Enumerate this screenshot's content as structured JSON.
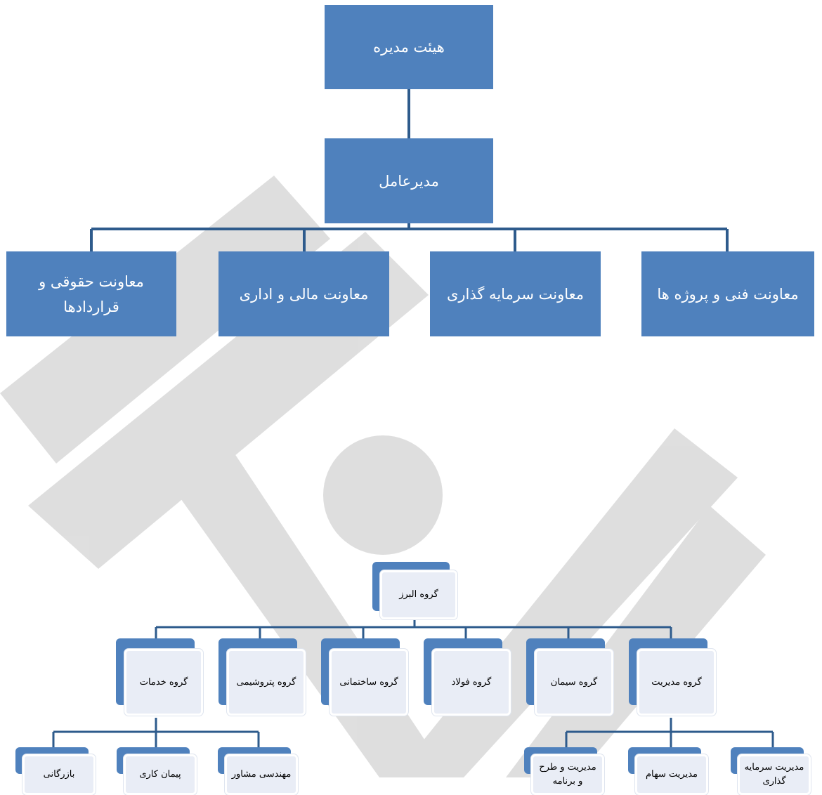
{
  "colors": {
    "box_fill": "#4f81bd",
    "card_fill": "#e9edf6",
    "watermark": "#d8d8d8",
    "line": "#2e5b8c"
  },
  "top_chart": {
    "board": "هیئت مدیره",
    "ceo": "مدیرعامل",
    "deputies": {
      "legal": [
        "معاونت حقوقی و",
        "قراردادها"
      ],
      "finance": "معاونت مالی و اداری",
      "investment": "معاونت سرمایه گذاری",
      "technical": "معاونت فنی و پروژه ها"
    }
  },
  "bottom_chart": {
    "root": "گروه البرز",
    "groups": {
      "services": "گروه خدمات",
      "petrochemical": "گروه پتروشیمی",
      "construction": "گروه ساختمانی",
      "steel": "گروه فولاد",
      "cement": "گروه سیمان",
      "management": "گروه مدیریت"
    },
    "services_children": {
      "commerce": "بازرگانی",
      "contracting": "پیمان کاری",
      "consulting": "مهندسی مشاور"
    },
    "management_children": {
      "planning": [
        "مدیریت و طرح",
        "و برنامه"
      ],
      "shares": "مدیریت سهام",
      "investment": [
        "مدیریت سرمایه",
        "گذاری"
      ]
    }
  }
}
